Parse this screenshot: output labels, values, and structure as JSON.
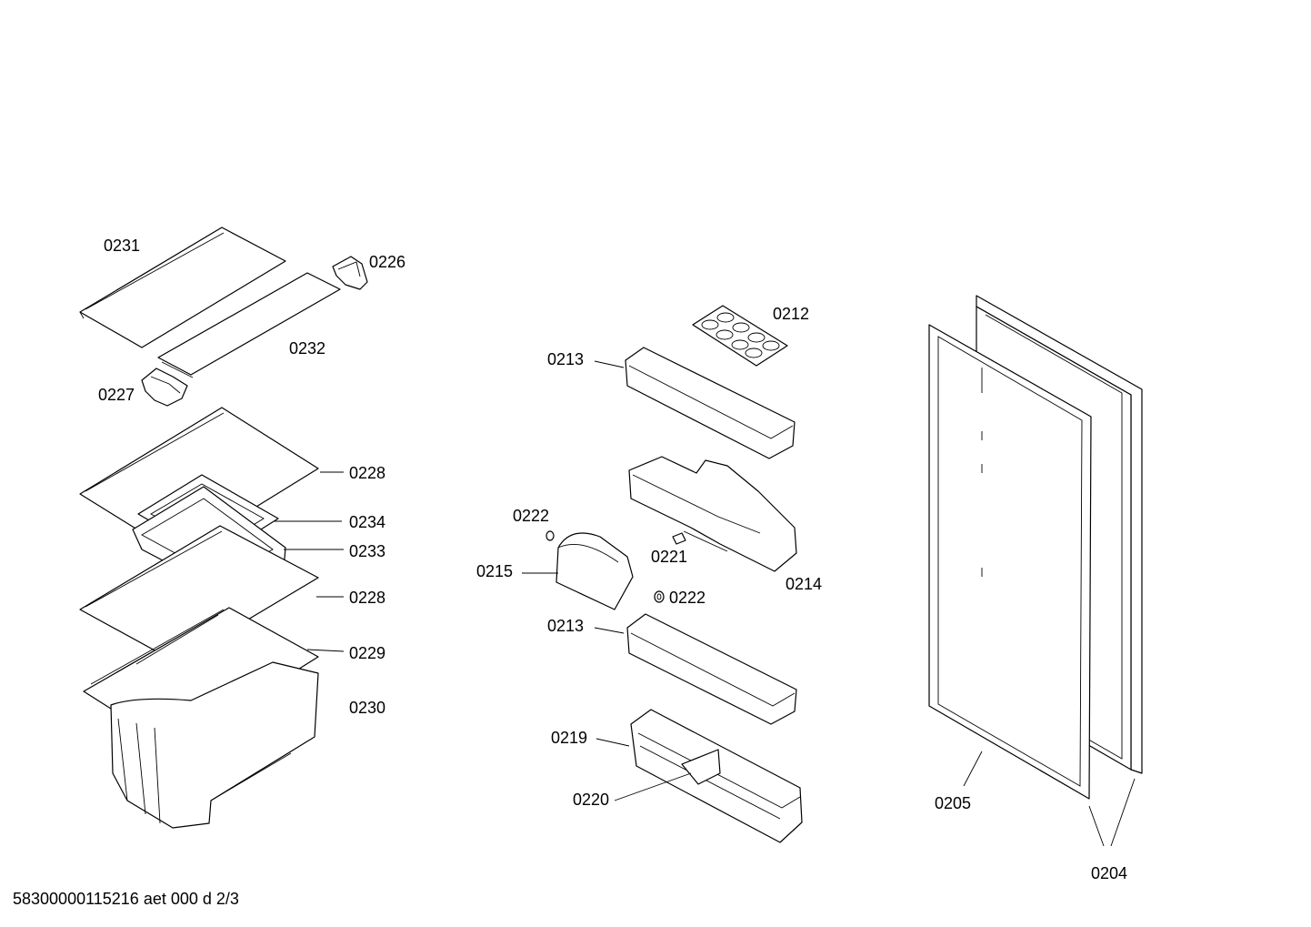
{
  "labels": {
    "l0231": "0231",
    "l0226": "0226",
    "l0232": "0232",
    "l0227": "0227",
    "l0228a": "0228",
    "l0234": "0234",
    "l0233": "0233",
    "l0228b": "0228",
    "l0229": "0229",
    "l0230": "0230",
    "l0212": "0212",
    "l0213a": "0213",
    "l0222a": "0222",
    "l0215": "0215",
    "l0221": "0221",
    "l0214": "0214",
    "l0222b": "0222",
    "l0213b": "0213",
    "l0219": "0219",
    "l0220": "0220",
    "l0205": "0205",
    "l0204": "0204"
  },
  "footer": "58300000115216 aet 000 d 2/3"
}
